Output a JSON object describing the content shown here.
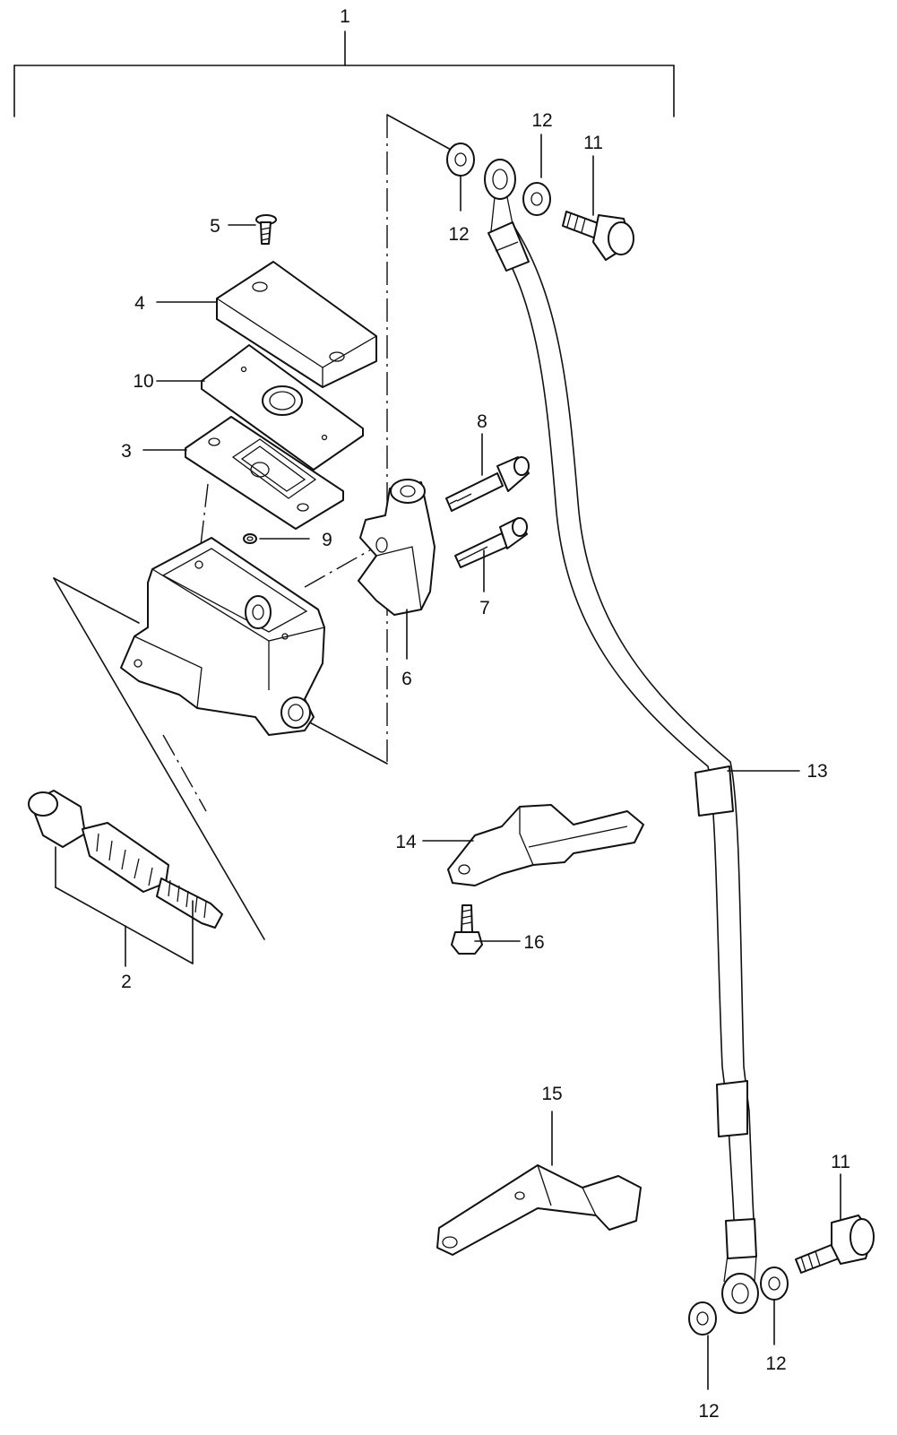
{
  "labels": {
    "p1": "1",
    "p2": "2",
    "p3": "3",
    "p4": "4",
    "p5": "5",
    "p6": "6",
    "p7": "7",
    "p8": "8",
    "p9": "9",
    "p10": "10",
    "p11a": "11",
    "p11b": "11",
    "p12a": "12",
    "p12b": "12",
    "p12c": "12",
    "p12d": "12",
    "p13": "13",
    "p14": "14",
    "p15": "15",
    "p16": "16"
  }
}
